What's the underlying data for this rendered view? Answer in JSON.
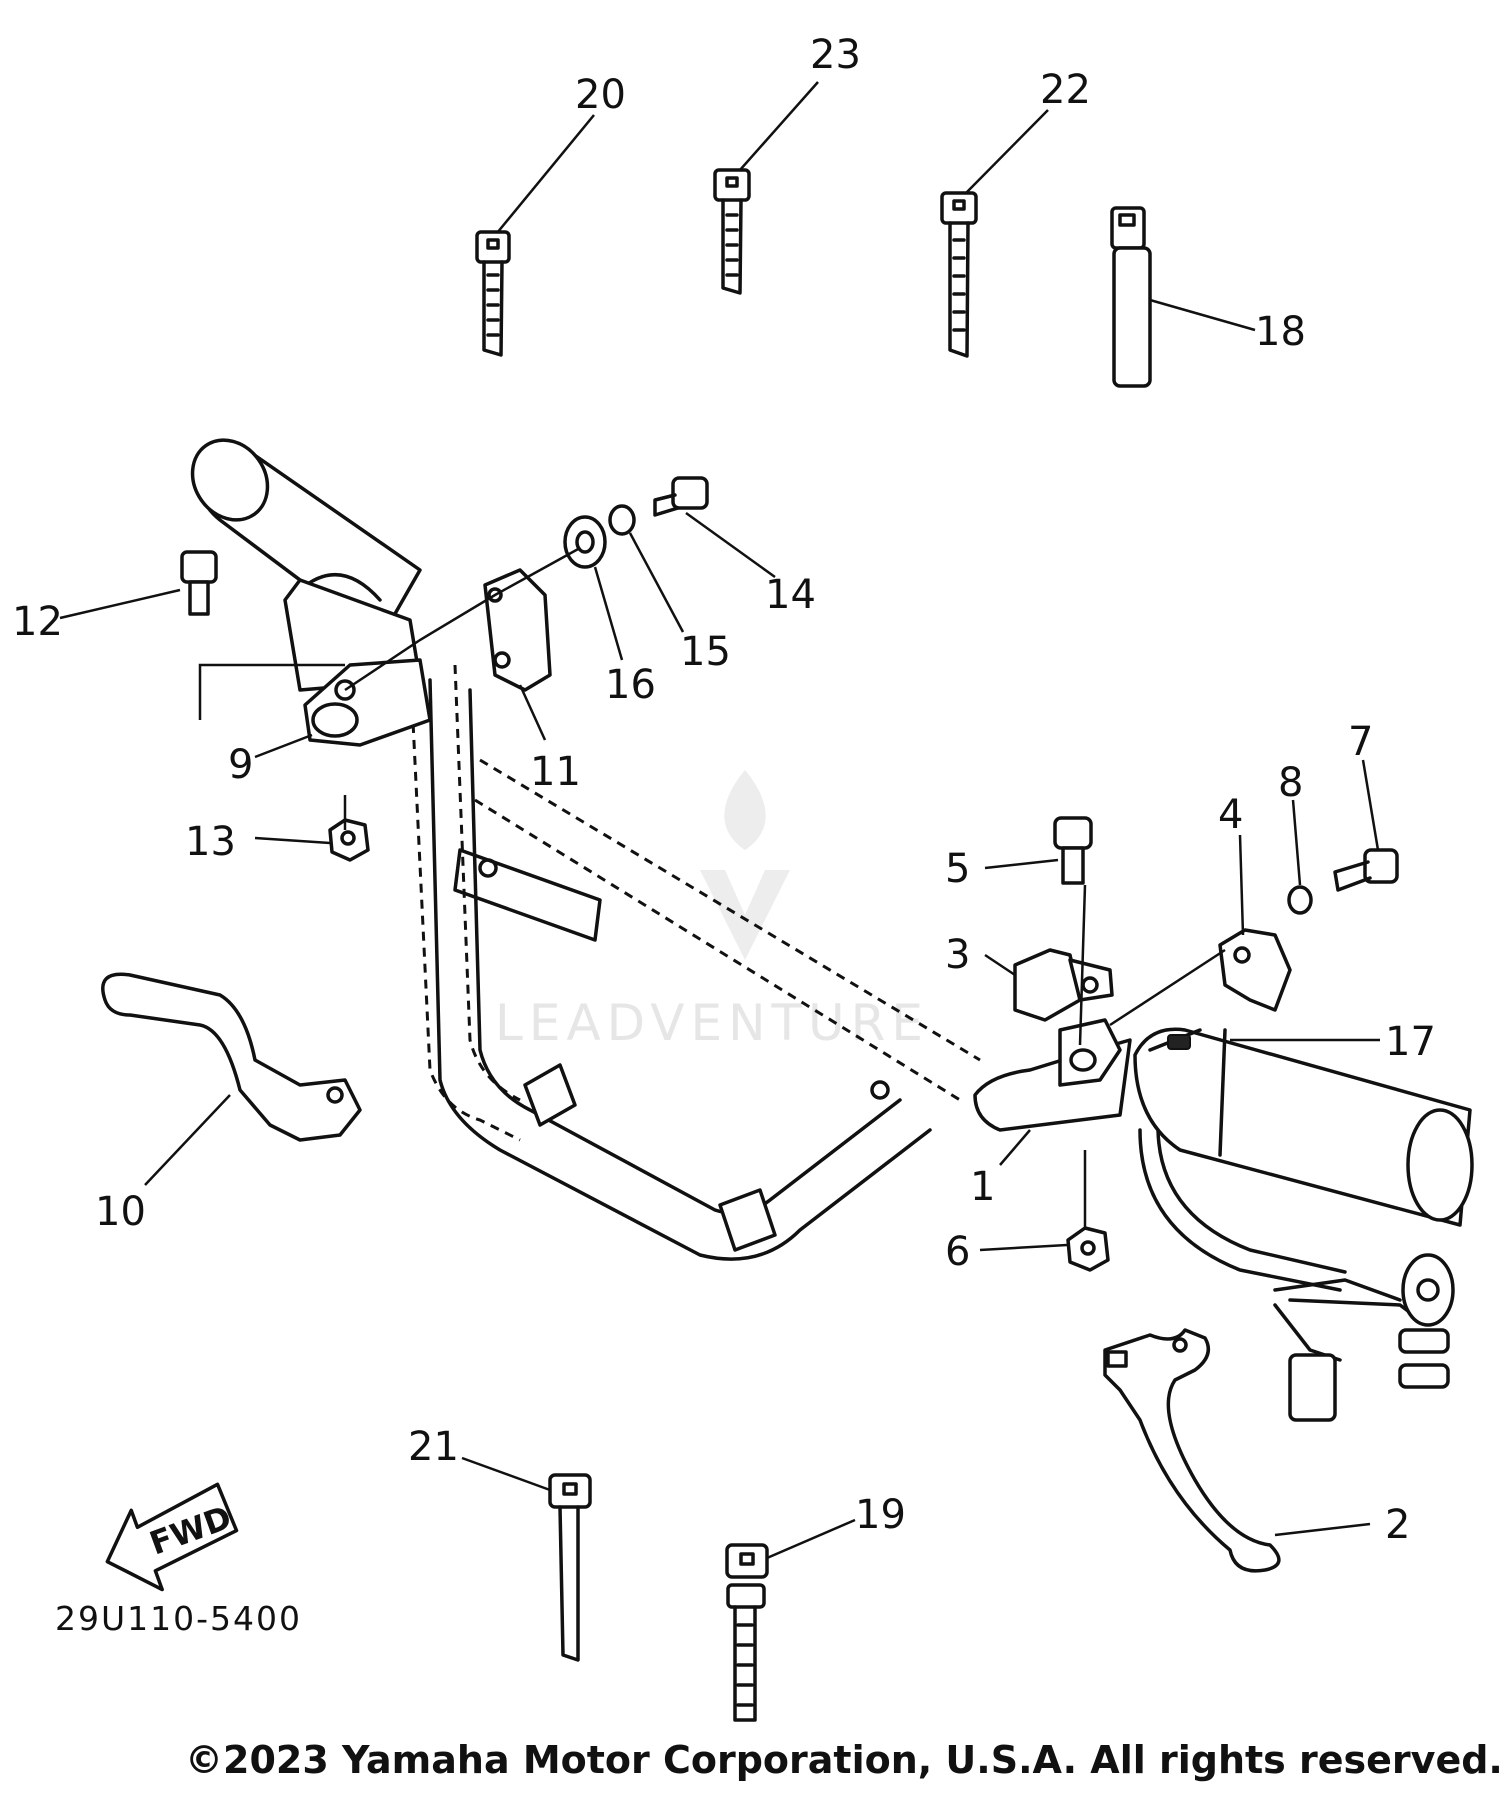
{
  "diagram": {
    "callouts": [
      "1",
      "2",
      "3",
      "4",
      "5",
      "6",
      "7",
      "8",
      "9",
      "10",
      "11",
      "12",
      "13",
      "14",
      "15",
      "16",
      "17",
      "18",
      "19",
      "20",
      "21",
      "22",
      "23"
    ],
    "direction_arrow": "FWD",
    "part_code": "29U110-5400",
    "watermark": "LEADVENTURE",
    "copyright": "©2023 Yamaha Motor Corporation, U.S.A. All rights reserved."
  }
}
